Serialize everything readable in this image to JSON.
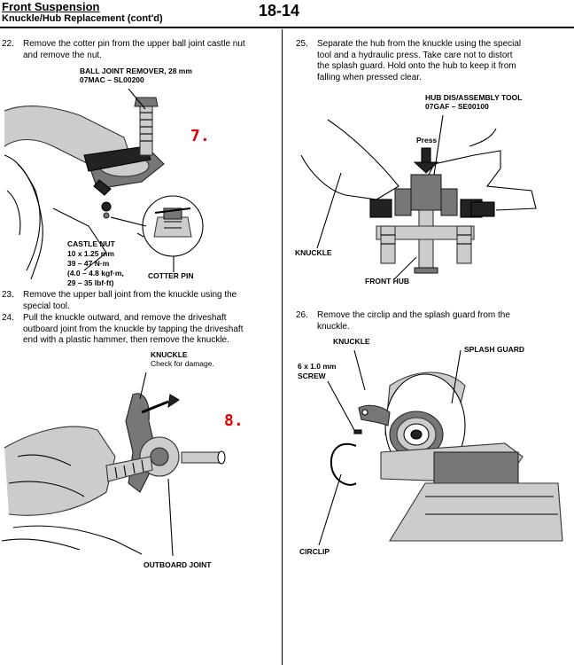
{
  "header": {
    "title": "Front Suspension",
    "subtitle": "Knuckle/Hub Replacement (cont'd)",
    "page": "18-14"
  },
  "steps": {
    "s22": {
      "num": "22.",
      "lines": [
        "Remove the cotter pin from the upper ball joint castle nut",
        "and remove the nut."
      ]
    },
    "s23": {
      "num": "23.",
      "lines": [
        "Remove the upper ball joint from the knuckle using the",
        "special tool."
      ]
    },
    "s24": {
      "num": "24.",
      "lines": [
        "Pull the knuckle outward, and remove the driveshaft",
        "outboard joint from the knuckle by tapping the driveshaft",
        "end with a plastic hammer, then remove the knuckle."
      ]
    },
    "s25": {
      "num": "25.",
      "lines": [
        "Separate the hub from the knuckle using the special",
        "tool and a hydraulic press. Take care not to distort",
        "the splash guard. Hold onto the hub to keep it from",
        "falling when pressed clear."
      ]
    },
    "s26": {
      "num": "26.",
      "lines": [
        "Remove the circlip and the splash guard from the",
        "knuckle."
      ]
    }
  },
  "fig1": {
    "tool_name": "BALL JOINT REMOVER, 28 mm",
    "tool_code": "07MAC – SL00200",
    "castle_nut": "CASTLE NUT",
    "spec1": "10 x 1.25 mm",
    "spec2": "39 – 47 N·m",
    "spec3": "(4.0 – 4.8 kgf·m,",
    "spec4": "29 – 35 lbf·ft)",
    "cotter_pin": "COTTER PIN",
    "marker": "7."
  },
  "fig2": {
    "knuckle": "KNUCKLE",
    "note": "Check for damage.",
    "outboard": "OUTBOARD JOINT",
    "marker": "8."
  },
  "fig3": {
    "tool_name": "HUB DIS/ASSEMBLY TOOL",
    "tool_code": "07GAF – SE00100",
    "press": "Press",
    "knuckle": "KNUCKLE",
    "front_hub": "FRONT HUB"
  },
  "fig4": {
    "knuckle": "KNUCKLE",
    "splash_guard": "SPLASH GUARD",
    "screw_spec": "6 x 1.0 mm",
    "screw": "SCREW",
    "circlip": "CIRCLIP"
  }
}
